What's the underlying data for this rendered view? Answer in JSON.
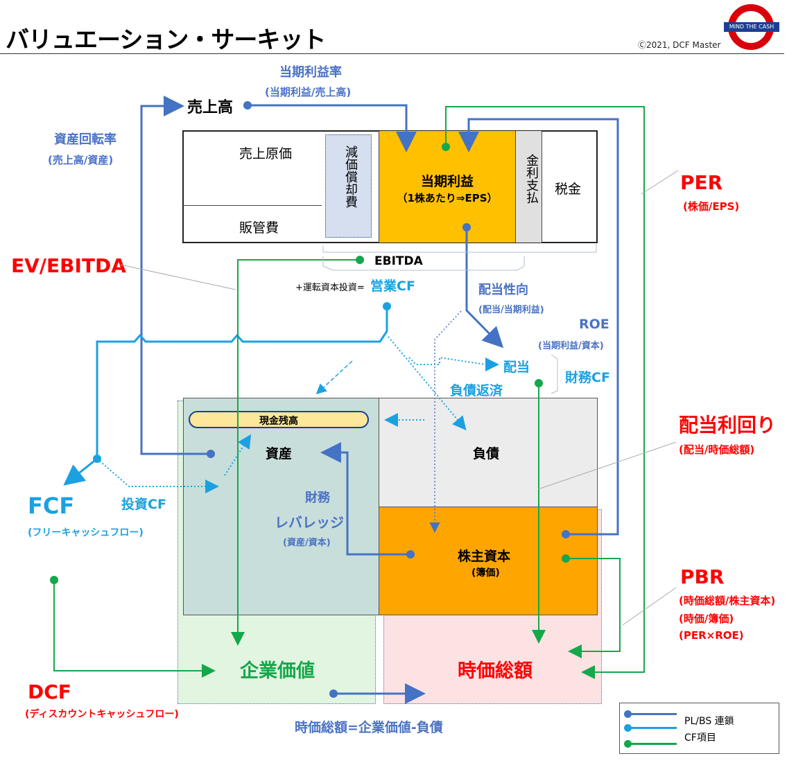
{
  "header": {
    "title": "バリュエーション・サーキット",
    "copyright": "Ⓒ2021, DCF Master",
    "logo_text": "MIND THE CASH"
  },
  "pl": {
    "sales": "売上高",
    "cogs": "売上原価",
    "sga": "販管費",
    "depreciation": "減価償却費",
    "net_income": "当期利益",
    "eps": "（1株あたり⇒EPS）",
    "interest": "金利支払",
    "tax": "税金",
    "ebitda": "EBITDA"
  },
  "ratios": {
    "profit_margin": "当期利益率",
    "profit_margin_formula": "(当期利益/売上高)",
    "asset_turnover": "資産回転率",
    "asset_turnover_formula": "(売上高/資産)",
    "payout": "配当性向",
    "payout_formula": "(配当/当期利益)",
    "roe": "ROE",
    "roe_formula": "(当期利益/資本)",
    "leverage_1": "財務",
    "leverage_2": "レバレッジ",
    "leverage_formula": "(資産/資本)"
  },
  "cf": {
    "working_capital": "+運転資本投資=",
    "operating_cf": "営業CF",
    "dividend": "配当",
    "debt_repayment": "負債返済",
    "financing_cf": "財務CF",
    "investing_cf": "投資CF"
  },
  "bs": {
    "cash": "現金残高",
    "assets": "資産",
    "liabilities": "負債",
    "equity": "株主資本",
    "book_value": "(簿価)"
  },
  "value": {
    "enterprise_value": "企業価値",
    "market_cap": "時価総額",
    "equation": "時価総額=企業価値-負債"
  },
  "multiples": {
    "ev_ebitda": "EV/EBITDA",
    "per": "PER",
    "per_formula": "(株価/EPS)",
    "dividend_yield": "配当利回り",
    "dividend_yield_formula": "(配当/時価総額)",
    "pbr": "PBR",
    "pbr_formula_1": "(時価総額/株主資本)",
    "pbr_formula_2": "(時価/簿価)",
    "pbr_formula_3": "(PER×ROE)",
    "fcf": "FCF",
    "fcf_formula": "(フリーキャッシュフロー)",
    "dcf": "DCF",
    "dcf_formula": "(ディスカウントキャッシュフロー)"
  },
  "legend": {
    "item1": "PL/BS 連鎖",
    "item2": "CF項目",
    "item3": ""
  },
  "colors": {
    "pl_bs_link": "#4472c4",
    "cf_item": "#1ba1e2",
    "green_link": "#14a84a",
    "multiple_red": "#ff0000",
    "net_income_fill": "#ffc000",
    "equity_fill": "#ffa500"
  }
}
